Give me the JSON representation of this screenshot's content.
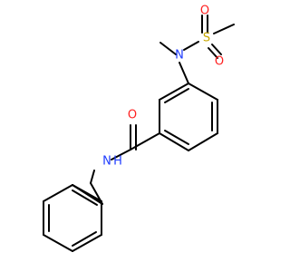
{
  "molecule": {
    "atoms": {
      "n_sulfonamide": "N",
      "s_sulfur": "S",
      "o_top": "O",
      "o_right": "O",
      "o_carbonyl": "O",
      "n_amide": "N",
      "h_amide": "H"
    },
    "colors": {
      "bond": "#000000",
      "nitrogen": "#1f3cff",
      "oxygen": "#ff1f1f",
      "sulfur": "#c8a800",
      "carbon_text": "#000000"
    }
  }
}
